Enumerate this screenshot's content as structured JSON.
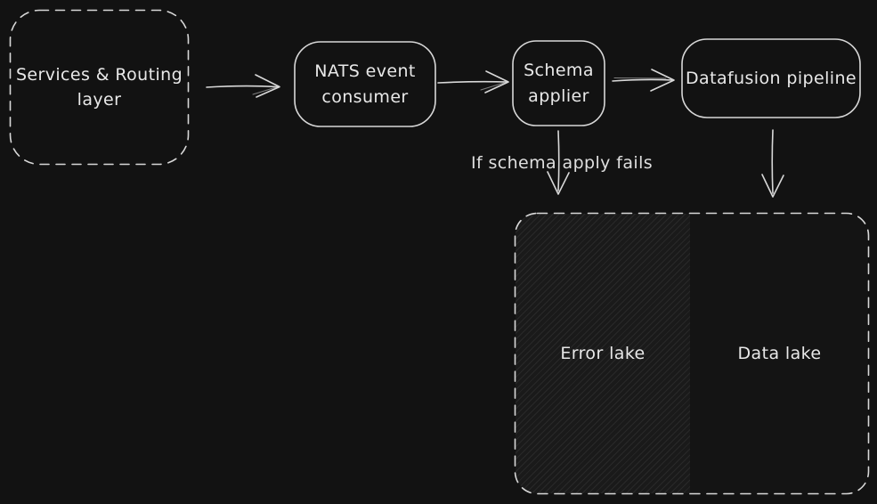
{
  "diagram": {
    "type": "flowchart",
    "theme": {
      "background": "#121212",
      "stroke": "#d8d8d8",
      "text": "#e8e8e8",
      "error_lake_hatch": "#262626"
    },
    "nodes": {
      "services_routing": {
        "label": "Services & Routing\nlayer",
        "border": "dashed"
      },
      "nats_consumer": {
        "label": "NATS event\nconsumer",
        "border": "solid"
      },
      "schema_applier": {
        "label": "Schema\napplier",
        "border": "solid"
      },
      "datafusion_pipeline": {
        "label": "Datafusion pipeline",
        "border": "solid"
      },
      "lakes_container": {
        "label": "",
        "border": "dashed"
      },
      "error_lake": {
        "label": "Error lake",
        "fill": "hatched"
      },
      "data_lake": {
        "label": "Data lake",
        "fill": "none"
      }
    },
    "edges": [
      {
        "from": "services_routing",
        "to": "nats_consumer",
        "label": ""
      },
      {
        "from": "nats_consumer",
        "to": "schema_applier",
        "label": ""
      },
      {
        "from": "schema_applier",
        "to": "datafusion_pipeline",
        "label": ""
      },
      {
        "from": "schema_applier",
        "to": "error_lake",
        "label": "If schema apply fails"
      },
      {
        "from": "datafusion_pipeline",
        "to": "data_lake",
        "label": ""
      }
    ]
  }
}
